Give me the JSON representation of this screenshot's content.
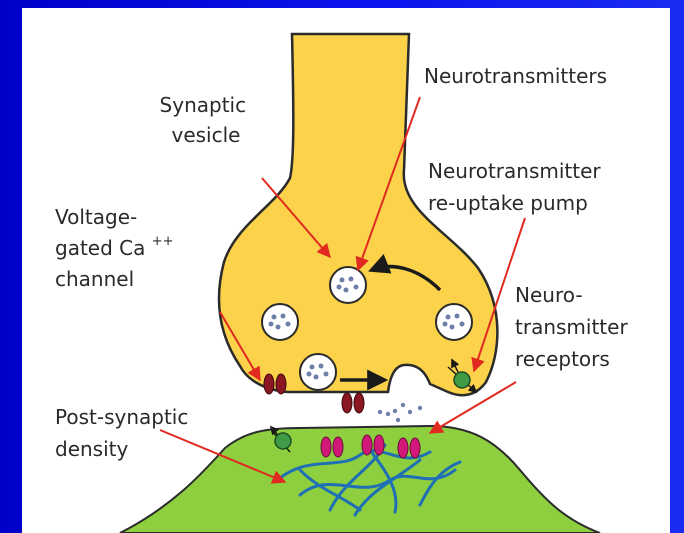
{
  "labels": {
    "synaptic_vesicle": [
      "Synaptic",
      "vesicle"
    ],
    "neurotransmitters": "Neurotransmitters",
    "reuptake_pump": [
      "Neurotransmitter",
      "re-uptake pump"
    ],
    "calcium_channel": [
      "Voltage-",
      "gated Ca",
      "channel"
    ],
    "calcium_superscript": "++",
    "receptors": [
      "Neuro-",
      "transmitter",
      "receptors"
    ],
    "postsynaptic_density": [
      "Post-synaptic",
      "density"
    ]
  },
  "colors": {
    "background": "#0a0ae6",
    "panel": "#ffffff",
    "terminal_fill": "#fbd24a",
    "terminal_stroke": "#2b2b2b",
    "postsynaptic_fill": "#8dcf3f",
    "cytoskeleton": "#1f6fb5",
    "arrow": "#e02a20",
    "channel": "#8a1622",
    "receptor": "#d1197a",
    "pump": "#3f9b45"
  }
}
